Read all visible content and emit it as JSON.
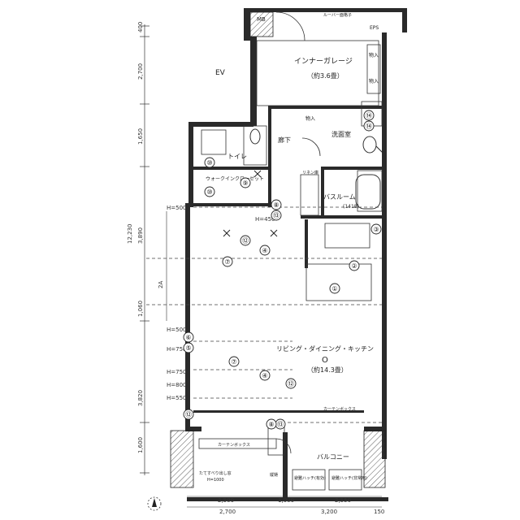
{
  "rooms": {
    "inner_garage": "インナーガレージ",
    "inner_garage_area": "（約3.6畳）",
    "washroom": "洗面室",
    "corridor": "廊下",
    "toilet": "トイレ",
    "walk_in_closet": "ウォークインクローゼット",
    "bathroom": "バスルーム",
    "bathroom_size": "(1418)",
    "ldk": "リビング・ダイニング・キッチン",
    "ldk_area": "（約14.3畳）",
    "balcony": "バルコニー",
    "ev": "EV",
    "mb": "MB",
    "eps": "EPS",
    "louver": "ルーバー面格子",
    "curtain_box_1": "カーテンボックス",
    "curtain_box_2": "カーテンボックス",
    "storage_1": "物入",
    "storage_2": "物入",
    "storage_3": "物入",
    "linen": "リネン庫",
    "vertical_drain": "縦樋",
    "o_mark": "O",
    "evac_hatch": "避難ハッチ(有効)",
    "evac_hatch_2": "避難ハッチ(非常用)",
    "tatami_note": "たてすべり出し窓",
    "tatami_note_2": "H=1000"
  },
  "dimensions": {
    "left": [
      "400",
      "2,700",
      "1,650",
      "12,230",
      "3,890",
      "2A",
      "1,060",
      "3,820",
      "1,600"
    ],
    "bottom_row1": [
      "2,500",
      "1,000",
      "2,550"
    ],
    "bottom_row2": [
      "2,700",
      "3,200",
      "150"
    ],
    "inner": [
      "H=450",
      "H=500",
      "H=500",
      "H=750",
      "H=750",
      "H=800",
      "H=550"
    ]
  },
  "callouts": [
    "⑩",
    "⑩",
    "⑨",
    "⑧",
    "⑬",
    "⑫",
    "④",
    "⑦",
    "①",
    "②",
    "③",
    "⑥",
    "⑤",
    "④",
    "⑦",
    "⑫",
    "⑫",
    "⑬",
    "⑧",
    "⑭",
    "⑭"
  ],
  "compass_icon": "north-arrow-icon"
}
